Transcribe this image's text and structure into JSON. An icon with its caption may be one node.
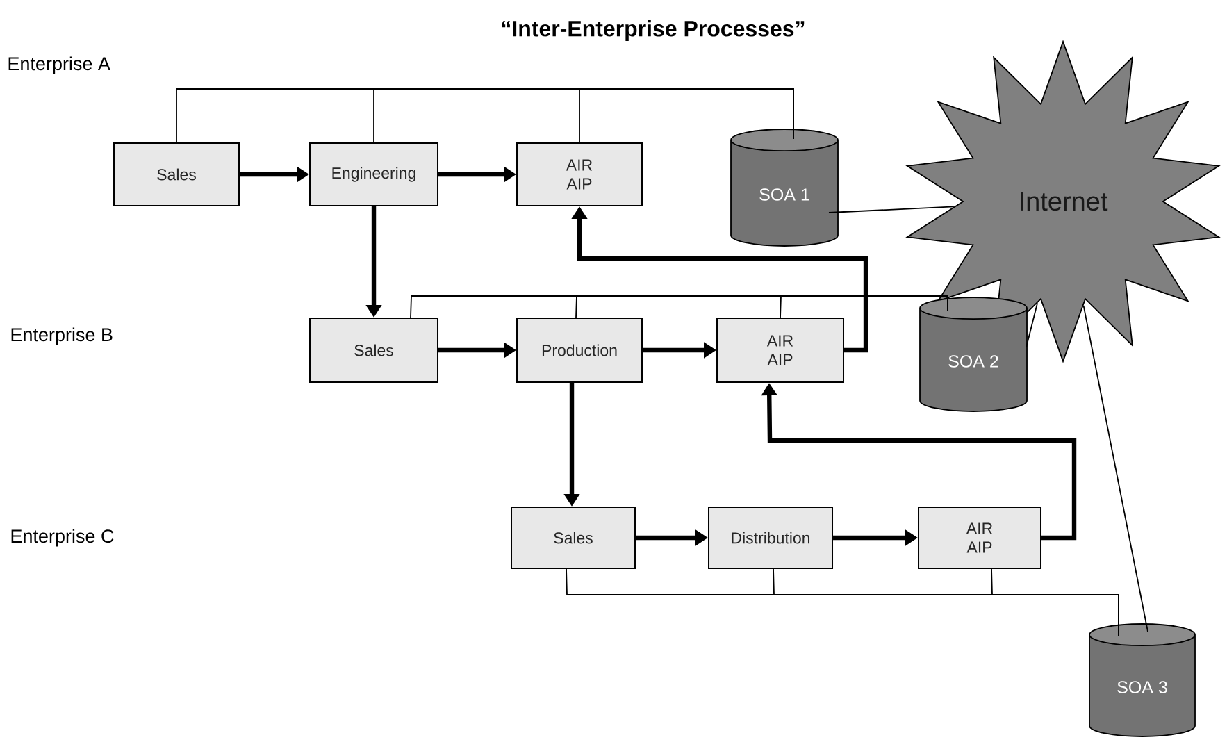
{
  "diagram": {
    "title": "“Inter-Enterprise Processes”",
    "nodes": [
      {
        "text": [
          "Sales"
        ]
      },
      {
        "text": [
          "Engineering"
        ]
      },
      {
        "text": [
          "AIR AIP"
        ]
      },
      {
        "text": [
          "SOA 1"
        ]
      },
      {
        "text": [
          "Internet"
        ]
      },
      {
        "text": [
          "Sales"
        ]
      },
      {
        "text": [
          "Production"
        ]
      },
      {
        "text": [
          "AIR AIP"
        ]
      },
      {
        "text": [
          "SOA 2"
        ]
      },
      {
        "text": [
          "Sales"
        ]
      },
      {
        "text": [
          "Distribution"
        ]
      },
      {
        "text": [
          "AIR AIP"
        ]
      },
      {
        "text": [
          "SOA 3"
        ]
      }
    ],
    "edges": [
      {
        "from": 0,
        "to": 1,
        "arrow": "to",
        "style": "thick"
      },
      {
        "from": 1,
        "to": 2,
        "arrow": "to",
        "style": "thick"
      },
      {
        "from": 1,
        "to": 5,
        "arrow": "to",
        "style": "thick"
      },
      {
        "from": 5,
        "to": 6,
        "arrow": "to",
        "style": "thick"
      },
      {
        "from": 6,
        "to": 7,
        "arrow": "to",
        "style": "thick"
      },
      {
        "from": 7,
        "to": 2,
        "arrow": "to",
        "style": "thick"
      },
      {
        "from": 6,
        "to": 9,
        "arrow": "to",
        "style": "thick"
      },
      {
        "from": 9,
        "to": 10,
        "arrow": "to",
        "style": "thick"
      },
      {
        "from": 10,
        "to": 11,
        "arrow": "to",
        "style": "thick"
      },
      {
        "from": 11,
        "to": 7,
        "arrow": "to",
        "style": "thick"
      },
      {
        "from": 3,
        "to": 0,
        "arrow": "none"
      },
      {
        "from": 3,
        "to": 1,
        "arrow": "none"
      },
      {
        "from": 3,
        "to": 2,
        "arrow": "none"
      },
      {
        "from": 8,
        "to": 5,
        "arrow": "none"
      },
      {
        "from": 8,
        "to": 6,
        "arrow": "none"
      },
      {
        "from": 8,
        "to": 7,
        "arrow": "none"
      },
      {
        "from": 12,
        "to": 9,
        "arrow": "none"
      },
      {
        "from": 12,
        "to": 10,
        "arrow": "none"
      },
      {
        "from": 12,
        "to": 11,
        "arrow": "none"
      },
      {
        "from": 3,
        "to": 4,
        "arrow": "none"
      },
      {
        "from": 8,
        "to": 4,
        "arrow": "none"
      },
      {
        "from": 12,
        "to": 4,
        "arrow": "none"
      }
    ],
    "labels": [
      "Enterprise A",
      "Enterprise B",
      "Enterprise C"
    ]
  }
}
